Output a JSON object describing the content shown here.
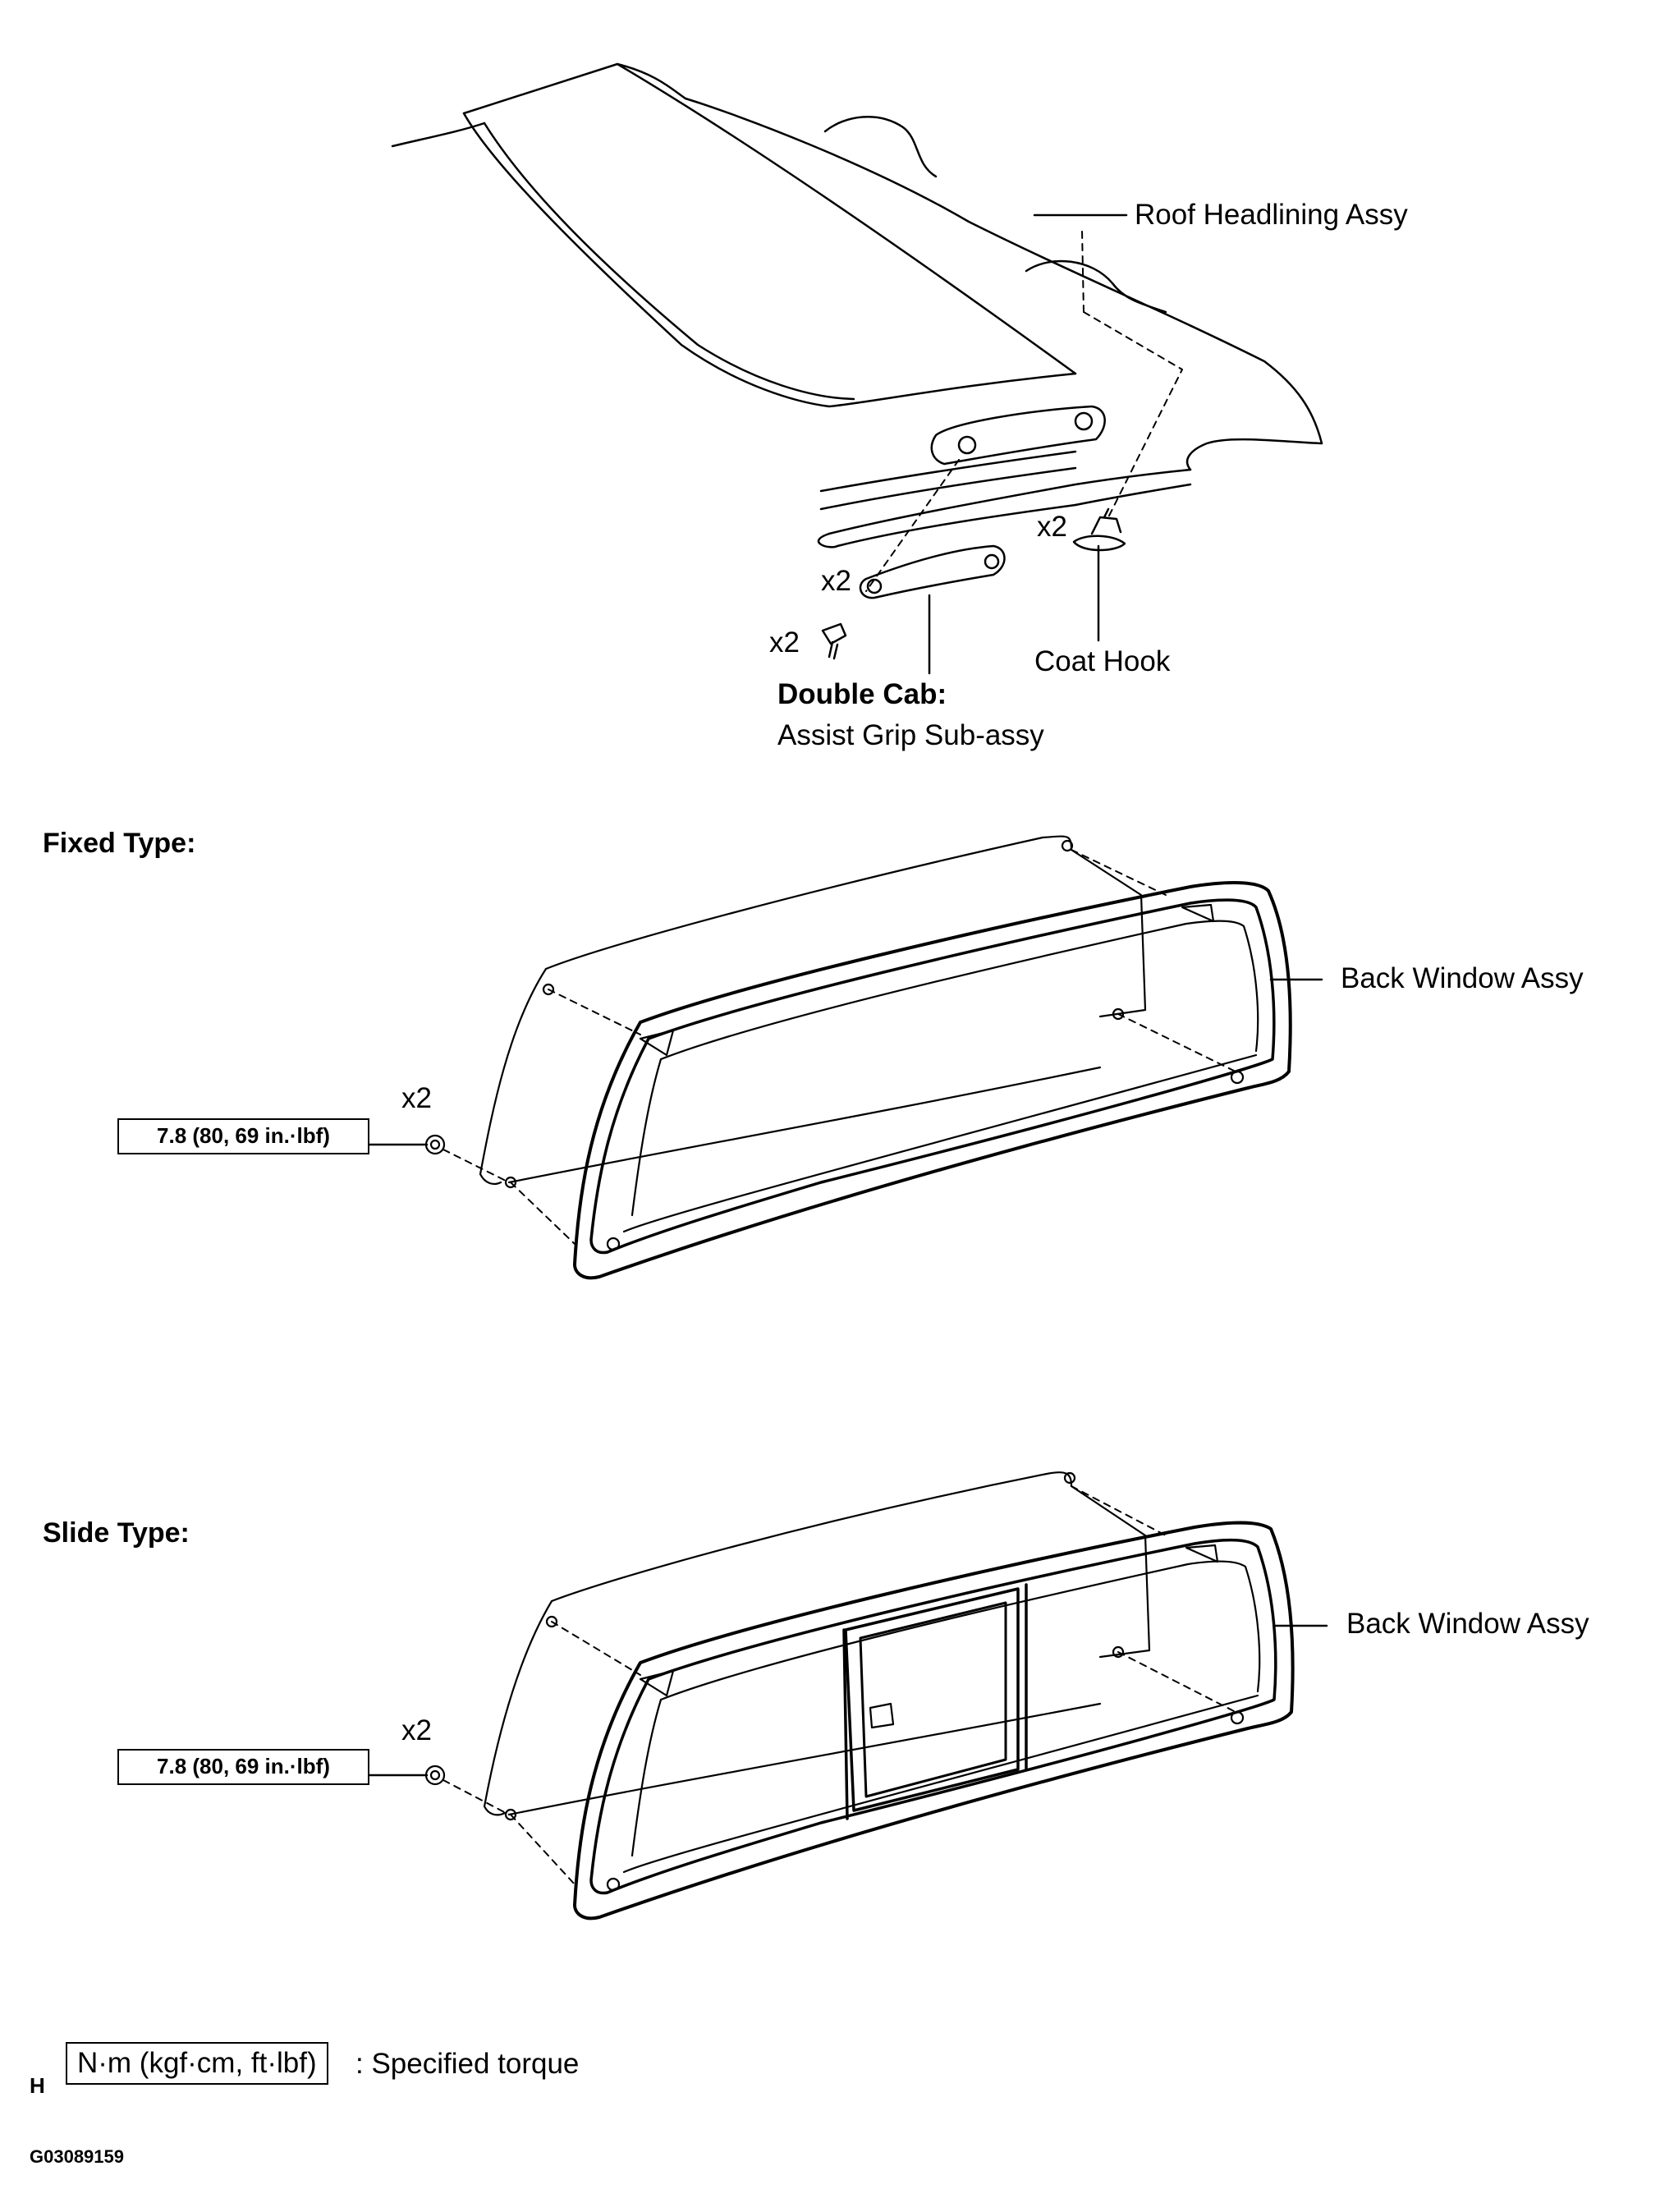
{
  "labels": {
    "roof_headlining": "Roof Headlining Assy",
    "coat_hook": "Coat Hook",
    "double_cab": "Double Cab:",
    "assist_grip": "Assist Grip Sub-assy",
    "qty_grip_top": "x2",
    "qty_grip_bolt": "x2",
    "qty_coat_hook": "x2",
    "fixed_type": "Fixed Type:",
    "slide_type": "Slide Type:",
    "back_window_fixed": "Back Window Assy",
    "back_window_slide": "Back Window Assy",
    "qty_nut_fixed": "x2",
    "qty_nut_slide": "x2",
    "torque_fixed": "7.8 (80, 69 in.·lbf)",
    "torque_slide": "7.8 (80, 69 in.·lbf)"
  },
  "legend": {
    "unit_box": "N·m (kgf·cm, ft·lbf)",
    "description": ": Specified torque"
  },
  "footer": {
    "letter": "H",
    "figure_id": "G03089159"
  }
}
